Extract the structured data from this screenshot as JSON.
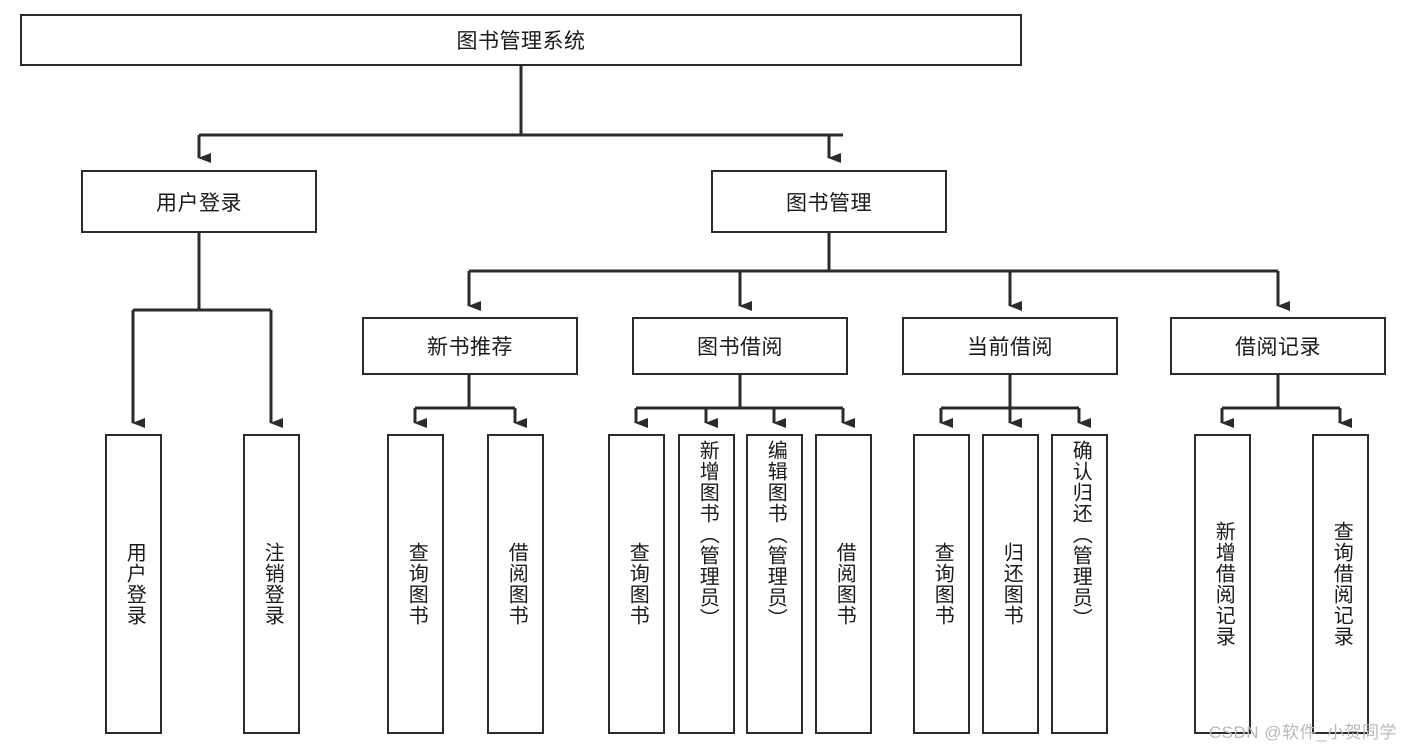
{
  "diagram": {
    "title": "图书管理系统",
    "type": "hierarchy-tree",
    "watermark": "CSDN @软件_小贺同学",
    "colors": {
      "box_border": "#2b2b2b",
      "box_fill": "#ffffff",
      "connector": "#2b2b2b",
      "text": "#1a1a1a",
      "watermark": "#b9b9b9"
    },
    "root": {
      "label": "图书管理系统"
    },
    "level2": [
      {
        "label": "用户登录"
      },
      {
        "label": "图书管理"
      }
    ],
    "level3": [
      {
        "label": "新书推荐"
      },
      {
        "label": "图书借阅"
      },
      {
        "label": "当前借阅"
      },
      {
        "label": "借阅记录"
      }
    ],
    "leaves": {
      "user_login": [
        {
          "label": "用户登录"
        },
        {
          "label": "注销登录"
        }
      ],
      "new_book": [
        {
          "label": "查询图书"
        },
        {
          "label": "借阅图书"
        }
      ],
      "book_borrow": [
        {
          "label": "查询图书"
        },
        {
          "label": "新增图书（管理员）"
        },
        {
          "label": "编辑图书（管理员）"
        },
        {
          "label": "借阅图书"
        }
      ],
      "current_borrow": [
        {
          "label": "查询图书"
        },
        {
          "label": "归还图书"
        },
        {
          "label": "确认归还（管理员）"
        }
      ],
      "borrow_record": [
        {
          "label": "新增借阅记录"
        },
        {
          "label": "查询借阅记录"
        }
      ]
    }
  }
}
